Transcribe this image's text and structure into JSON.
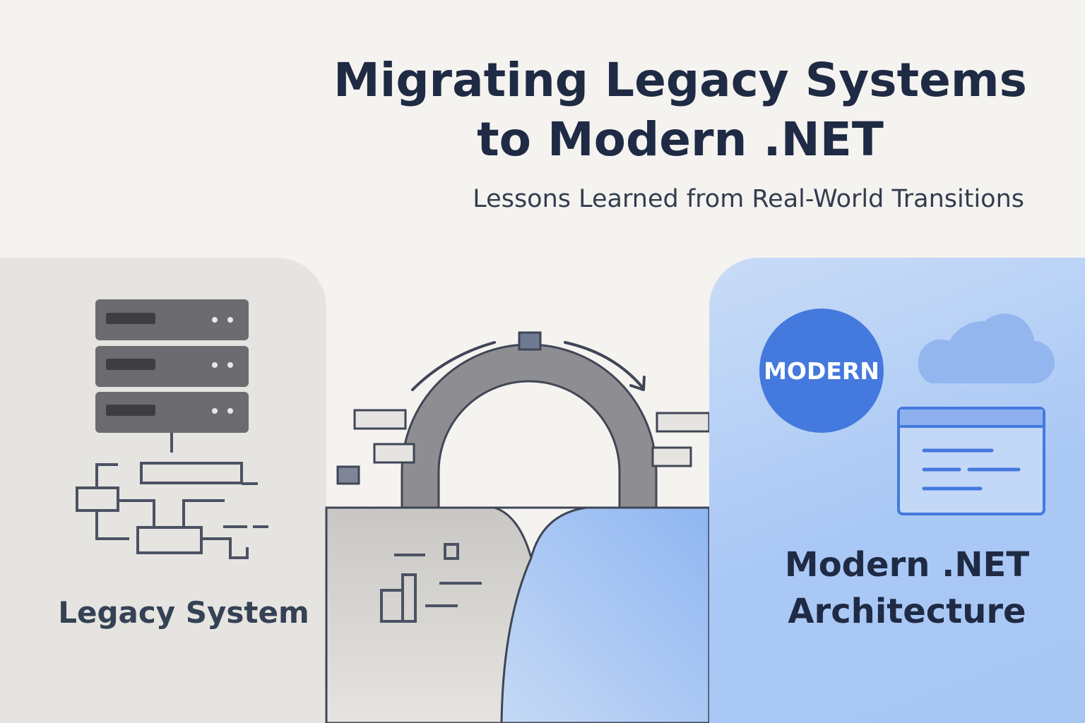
{
  "header": {
    "title_line1": "Migrating Legacy Systems",
    "title_line2": "to Modern .NET",
    "subtitle": "Lessons Learned from Real-World Transitions"
  },
  "legacy": {
    "label": "Legacy System",
    "panel_color": "#e6e4e0"
  },
  "modern": {
    "badge": "MODERN",
    "label_line1": "Modern .NET",
    "label_line2": "Architecture",
    "accent_color": "#4479dd"
  },
  "icons": [
    "server-rack-icon",
    "legacy-flow-diagram-icon",
    "migration-arch-icon",
    "cloud-icon",
    "app-window-icon",
    "bar-chart-icon"
  ]
}
